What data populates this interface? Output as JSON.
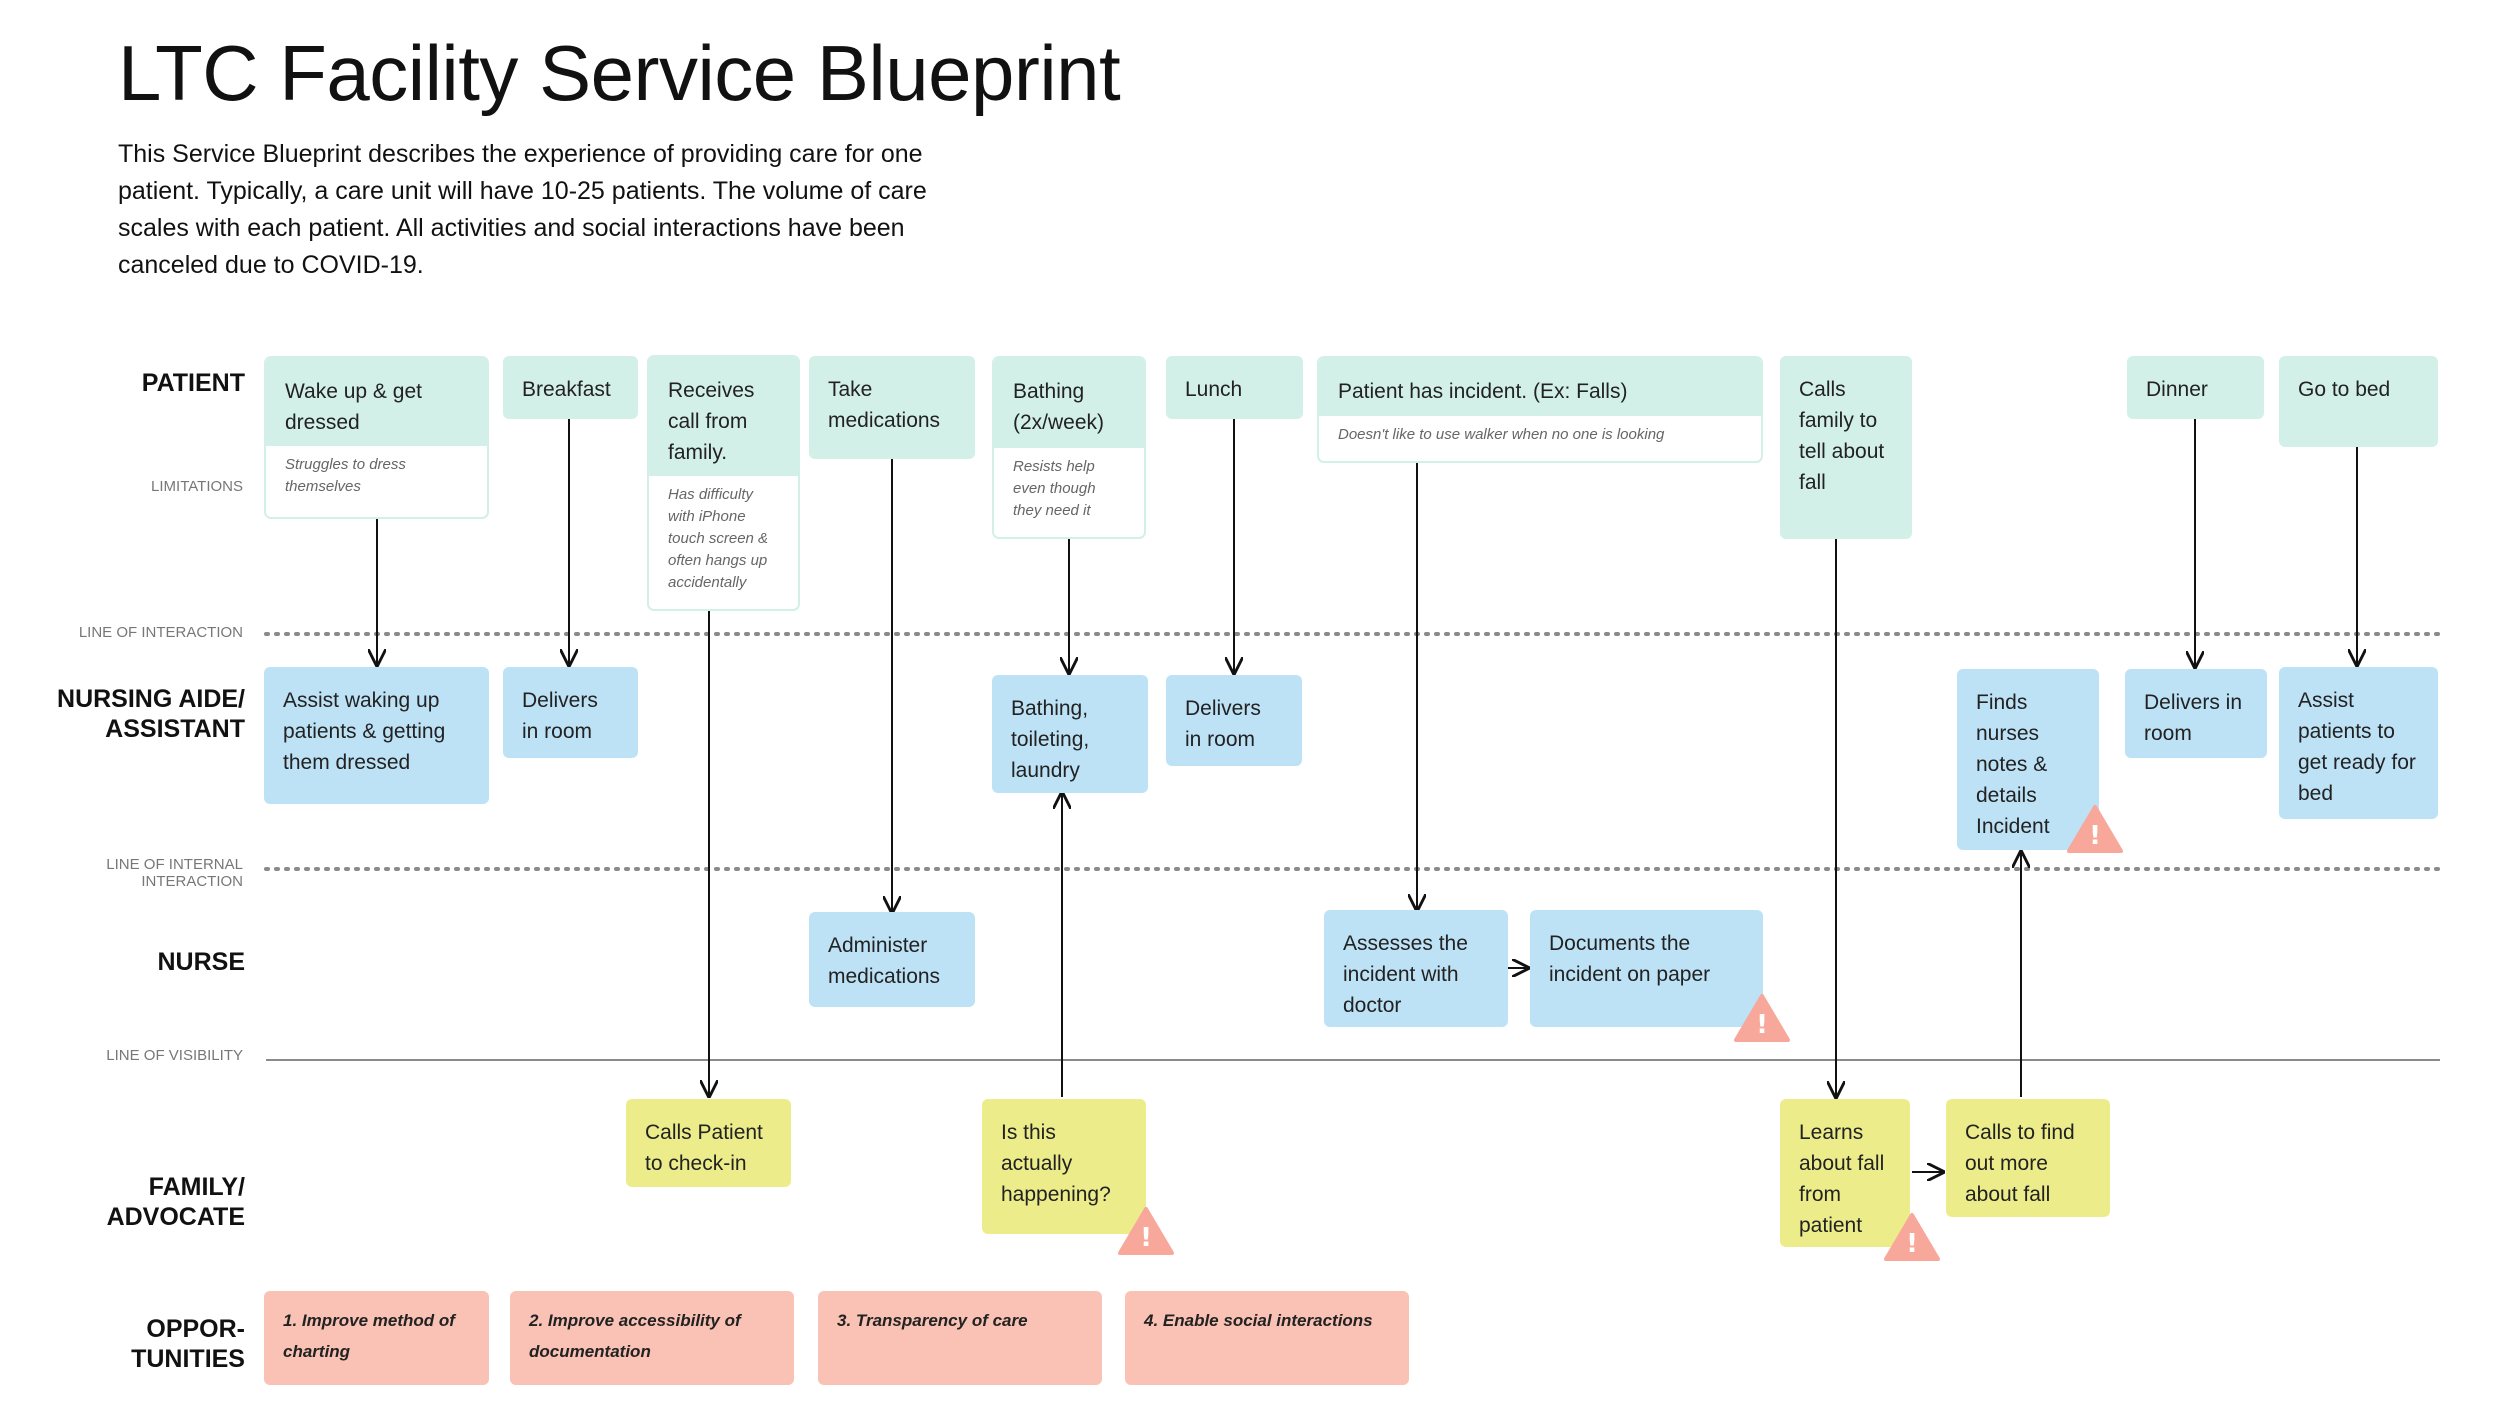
{
  "title": "LTC Facility Service Blueprint",
  "description": "This Service Blueprint describes the experience of providing care for one patient. Typically, a care unit will have 10-25 patients.  The volume of care scales with each patient. All activities and social interactions have been canceled due to COVID-19.",
  "lanes": {
    "patient": "PATIENT",
    "limitations": "LIMITATIONS",
    "nursing_aide": "NURSING AIDE/ ASSISTANT",
    "nurse": "NURSE",
    "family": "FAMILY/ ADVOCATE",
    "opportunities": "OPPOR- TUNITIES"
  },
  "lines": {
    "interaction": "LINE OF INTERACTION",
    "internal": "LINE OF INTERNAL INTERACTION",
    "visibility": "LINE OF VISIBILITY"
  },
  "patient": [
    {
      "label": "Wake up & get dressed",
      "limitation": "Struggles to dress themselves"
    },
    {
      "label": "Breakfast",
      "limitation": ""
    },
    {
      "label": "Receives call from family.",
      "limitation": "Has difficulty with iPhone touch screen & often hangs up accidentally"
    },
    {
      "label": "Take medications",
      "limitation": ""
    },
    {
      "label": "Bathing (2x/week)",
      "limitation": "Resists help even though they need it"
    },
    {
      "label": "Lunch",
      "limitation": ""
    },
    {
      "label": "Patient has incident. (Ex: Falls)",
      "limitation": "Doesn't like to use walker when no one is looking"
    },
    {
      "label": "Calls family to tell about fall",
      "limitation": ""
    },
    {
      "label": "Dinner",
      "limitation": ""
    },
    {
      "label": "Go to bed",
      "limitation": ""
    }
  ],
  "aide": [
    {
      "label": "Assist waking up patients & getting them dressed"
    },
    {
      "label": "Delivers in room"
    },
    {
      "label": "Bathing, toileting, laundry"
    },
    {
      "label": "Delivers in room"
    },
    {
      "label": "Finds nurses notes & details Incident"
    },
    {
      "label": "Delivers in room"
    },
    {
      "label": "Assist patients to get ready for bed"
    }
  ],
  "nurse": [
    {
      "label": "Administer medications"
    },
    {
      "label": "Assesses the incident with doctor"
    },
    {
      "label": "Documents the incident on paper"
    }
  ],
  "family": [
    {
      "label": "Calls Patient to check-in"
    },
    {
      "label": "Is this actually happening?"
    },
    {
      "label": "Learns about fall from patient"
    },
    {
      "label": "Calls to find out more about fall"
    }
  ],
  "opportunities": [
    {
      "label": "1. Improve method of charting"
    },
    {
      "label": "2. Improve accessibility of documentation"
    },
    {
      "label": "3. Transparency of care"
    },
    {
      "label": "4.  Enable social interactions"
    }
  ],
  "warning_glyph": "!",
  "colors": {
    "patient": "#d3f0e8",
    "aide": "#bde2f6",
    "family": "#eced8a",
    "opportunity": "#f9c2b5",
    "warning": "#f7a89a"
  }
}
